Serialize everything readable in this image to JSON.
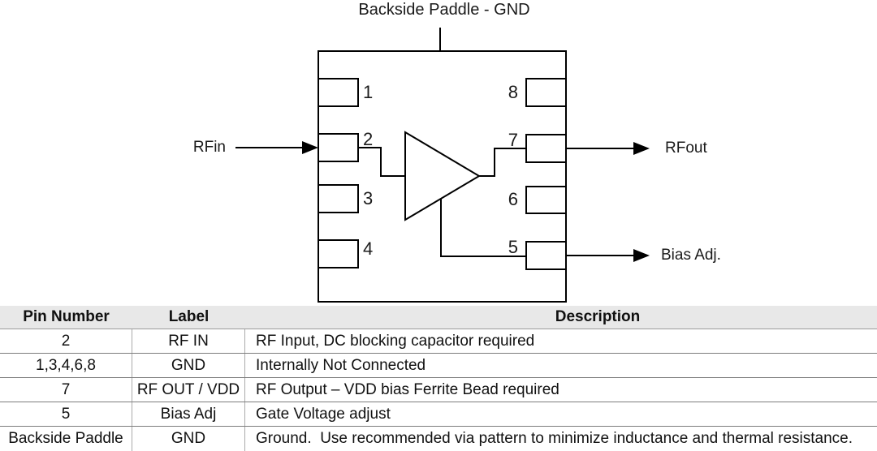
{
  "diagram": {
    "top_label": "Backside Paddle - GND",
    "rf_in_label": "RFin",
    "rf_out_label": "RFout",
    "bias_label": "Bias Adj.",
    "pin_numbers": [
      "1",
      "2",
      "3",
      "4",
      "5",
      "6",
      "7",
      "8"
    ],
    "line_color": "#000000",
    "chip_fill": "#ffffff"
  },
  "pin_table": {
    "header_bg": "#e8e8e8",
    "headers": {
      "pin_number": "Pin Number",
      "label": "Label",
      "description": "Description"
    },
    "rows": [
      {
        "pin": "2",
        "label": "RF IN",
        "description": "RF Input, DC blocking capacitor required"
      },
      {
        "pin": "1,3,4,6,8",
        "label": "GND",
        "description": "Internally Not Connected"
      },
      {
        "pin": "7",
        "label": "RF OUT / VDD",
        "description": "RF Output – VDD bias Ferrite Bead required"
      },
      {
        "pin": "5",
        "label": "Bias Adj",
        "description": "Gate Voltage adjust"
      },
      {
        "pin": "Backside Paddle",
        "label": "GND",
        "description": "Ground.  Use recommended via pattern to minimize inductance and thermal resistance."
      }
    ]
  }
}
